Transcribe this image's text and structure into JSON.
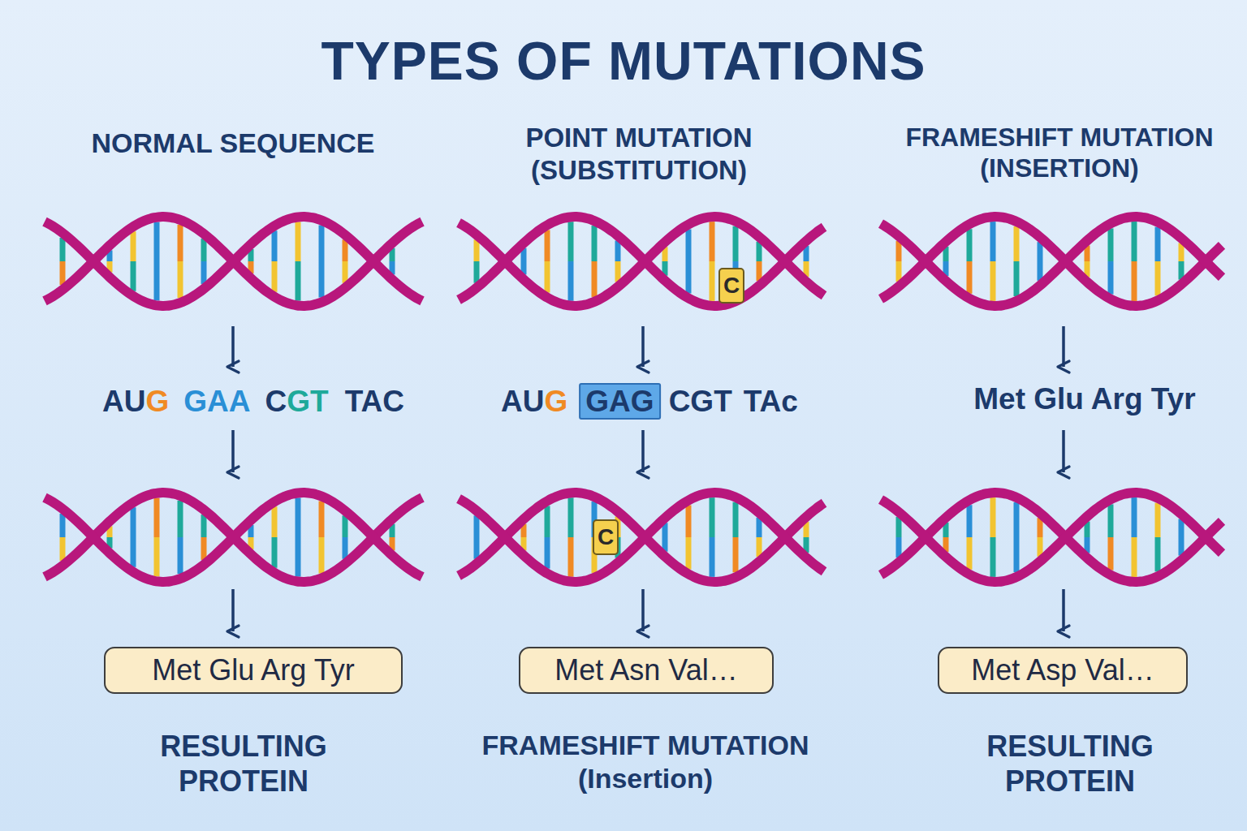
{
  "diagram": {
    "title": "TYPES OF MUTATIONS",
    "nodes": [
      {
        "text": [
          "C"
        ]
      },
      {
        "text": [
          "GAG"
        ]
      },
      {
        "text": [
          "C"
        ]
      },
      {
        "text": [
          "Met Glu Arg Tyr"
        ]
      },
      {
        "text": [
          "Met Asn Val…"
        ]
      },
      {
        "text": [
          "Met Asp Val…"
        ]
      }
    ],
    "labels": [
      "NORMAL SEQUENCE",
      "POINT MUTATION (SUBSTITUTION)",
      "FRAMESHIFT MUTATION (INSERTION)",
      "AU",
      "G",
      "GAA",
      "C",
      "GT",
      "TAC",
      "AU",
      "G",
      "CGT",
      "TAc",
      "Met Glu Arg Tyr",
      "RESULTING PROTEIN",
      "FRAMESHIFT MUTATION (Insertion)",
      "RESULTING PROTEIN"
    ]
  }
}
